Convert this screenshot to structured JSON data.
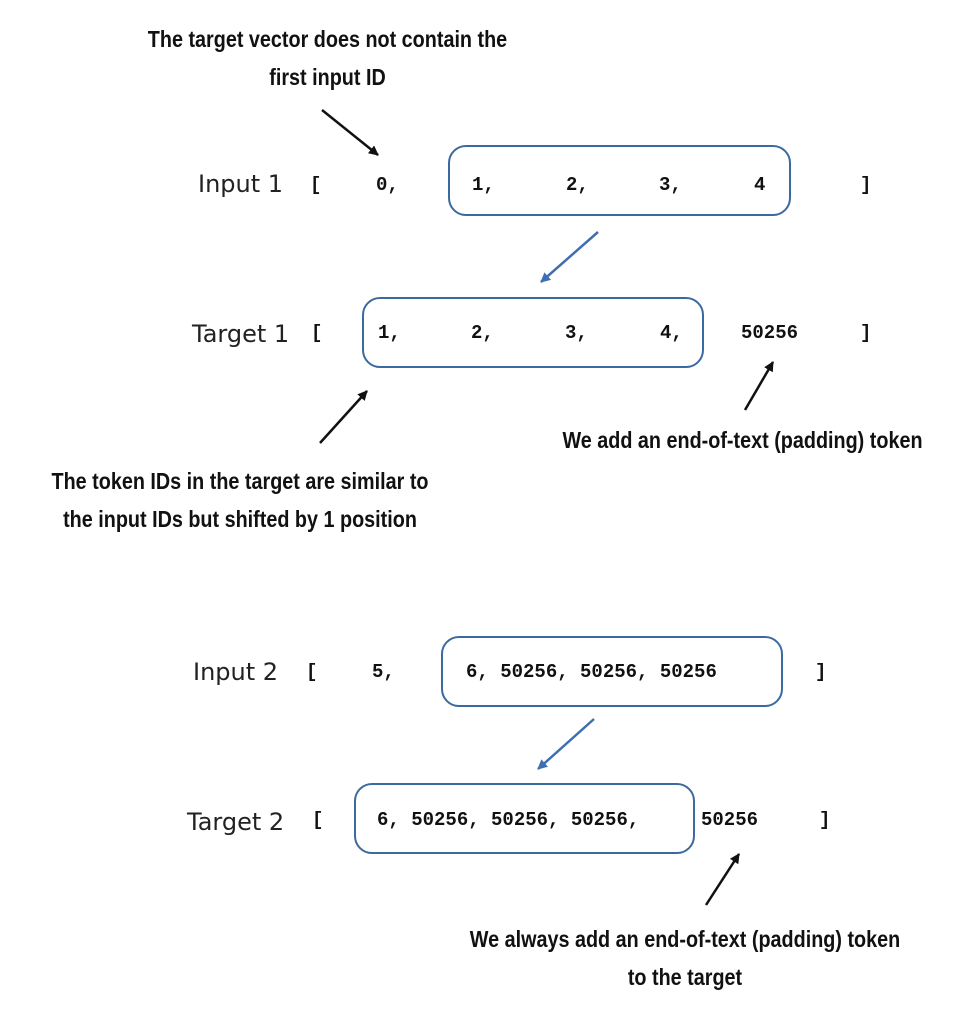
{
  "annotations": {
    "first_id_note": [
      "The target vector does not contain the",
      "first input ID"
    ],
    "shift_note": [
      "The token IDs in the target are similar to",
      "the input IDs but shifted by 1 position"
    ],
    "pad_note": "We add an end-of-text (padding) token",
    "always_pad_note": [
      "We always add an end-of-text (padding) token",
      "to the target"
    ]
  },
  "rows": {
    "input1": {
      "label": "Input 1",
      "open_bracket": "[",
      "tokens": [
        "0,",
        "1,",
        "2,",
        "3,",
        "4"
      ],
      "close_bracket": "]"
    },
    "target1": {
      "label": "Target 1",
      "open_bracket": "[",
      "tokens": [
        "1,",
        "2,",
        "3,",
        "4,",
        "50256"
      ],
      "close_bracket": "]"
    },
    "input2": {
      "label": "Input 2",
      "open_bracket": "[",
      "first_token": "5,",
      "boxed_tokens": "6, 50256, 50256, 50256",
      "close_bracket": "]"
    },
    "target2": {
      "label": "Target 2",
      "open_bracket": "[",
      "boxed_tokens": "6, 50256, 50256, 50256,",
      "last_token": "50256",
      "close_bracket": "]"
    }
  },
  "colors": {
    "box_border": "#3c6aa0",
    "shift_arrow": "#3f6fb0",
    "note_arrow": "#111111"
  }
}
